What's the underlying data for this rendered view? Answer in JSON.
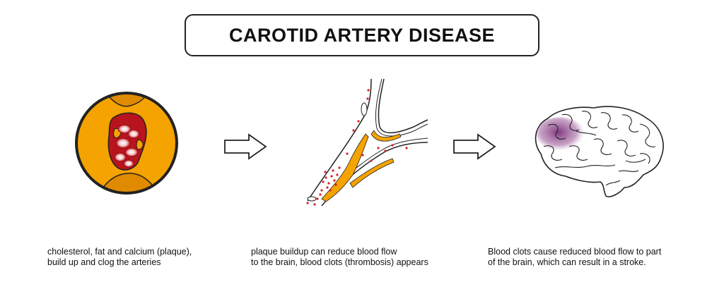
{
  "title": "CAROTID ARTERY DISEASE",
  "steps": [
    {
      "caption": "cholesterol, fat and calcium (plaque),\nbuild up and clog the arteries"
    },
    {
      "caption": "plaque buildup can reduce blood flow\nto the brain, blood clots (thrombosis) appears"
    },
    {
      "caption": "Blood clots cause reduced blood flow to part\nof the brain, which can result in a stroke."
    }
  ],
  "colors": {
    "plaque": "#F5A300",
    "plaque_dark": "#E08A00",
    "blood": "#D91F2B",
    "brain_affected": "#7B2E7A",
    "outline": "#222222"
  },
  "icons": [
    "artery-cross-section-icon",
    "arrow-right-icon",
    "carotid-bifurcation-icon",
    "arrow-right-icon",
    "brain-icon"
  ]
}
